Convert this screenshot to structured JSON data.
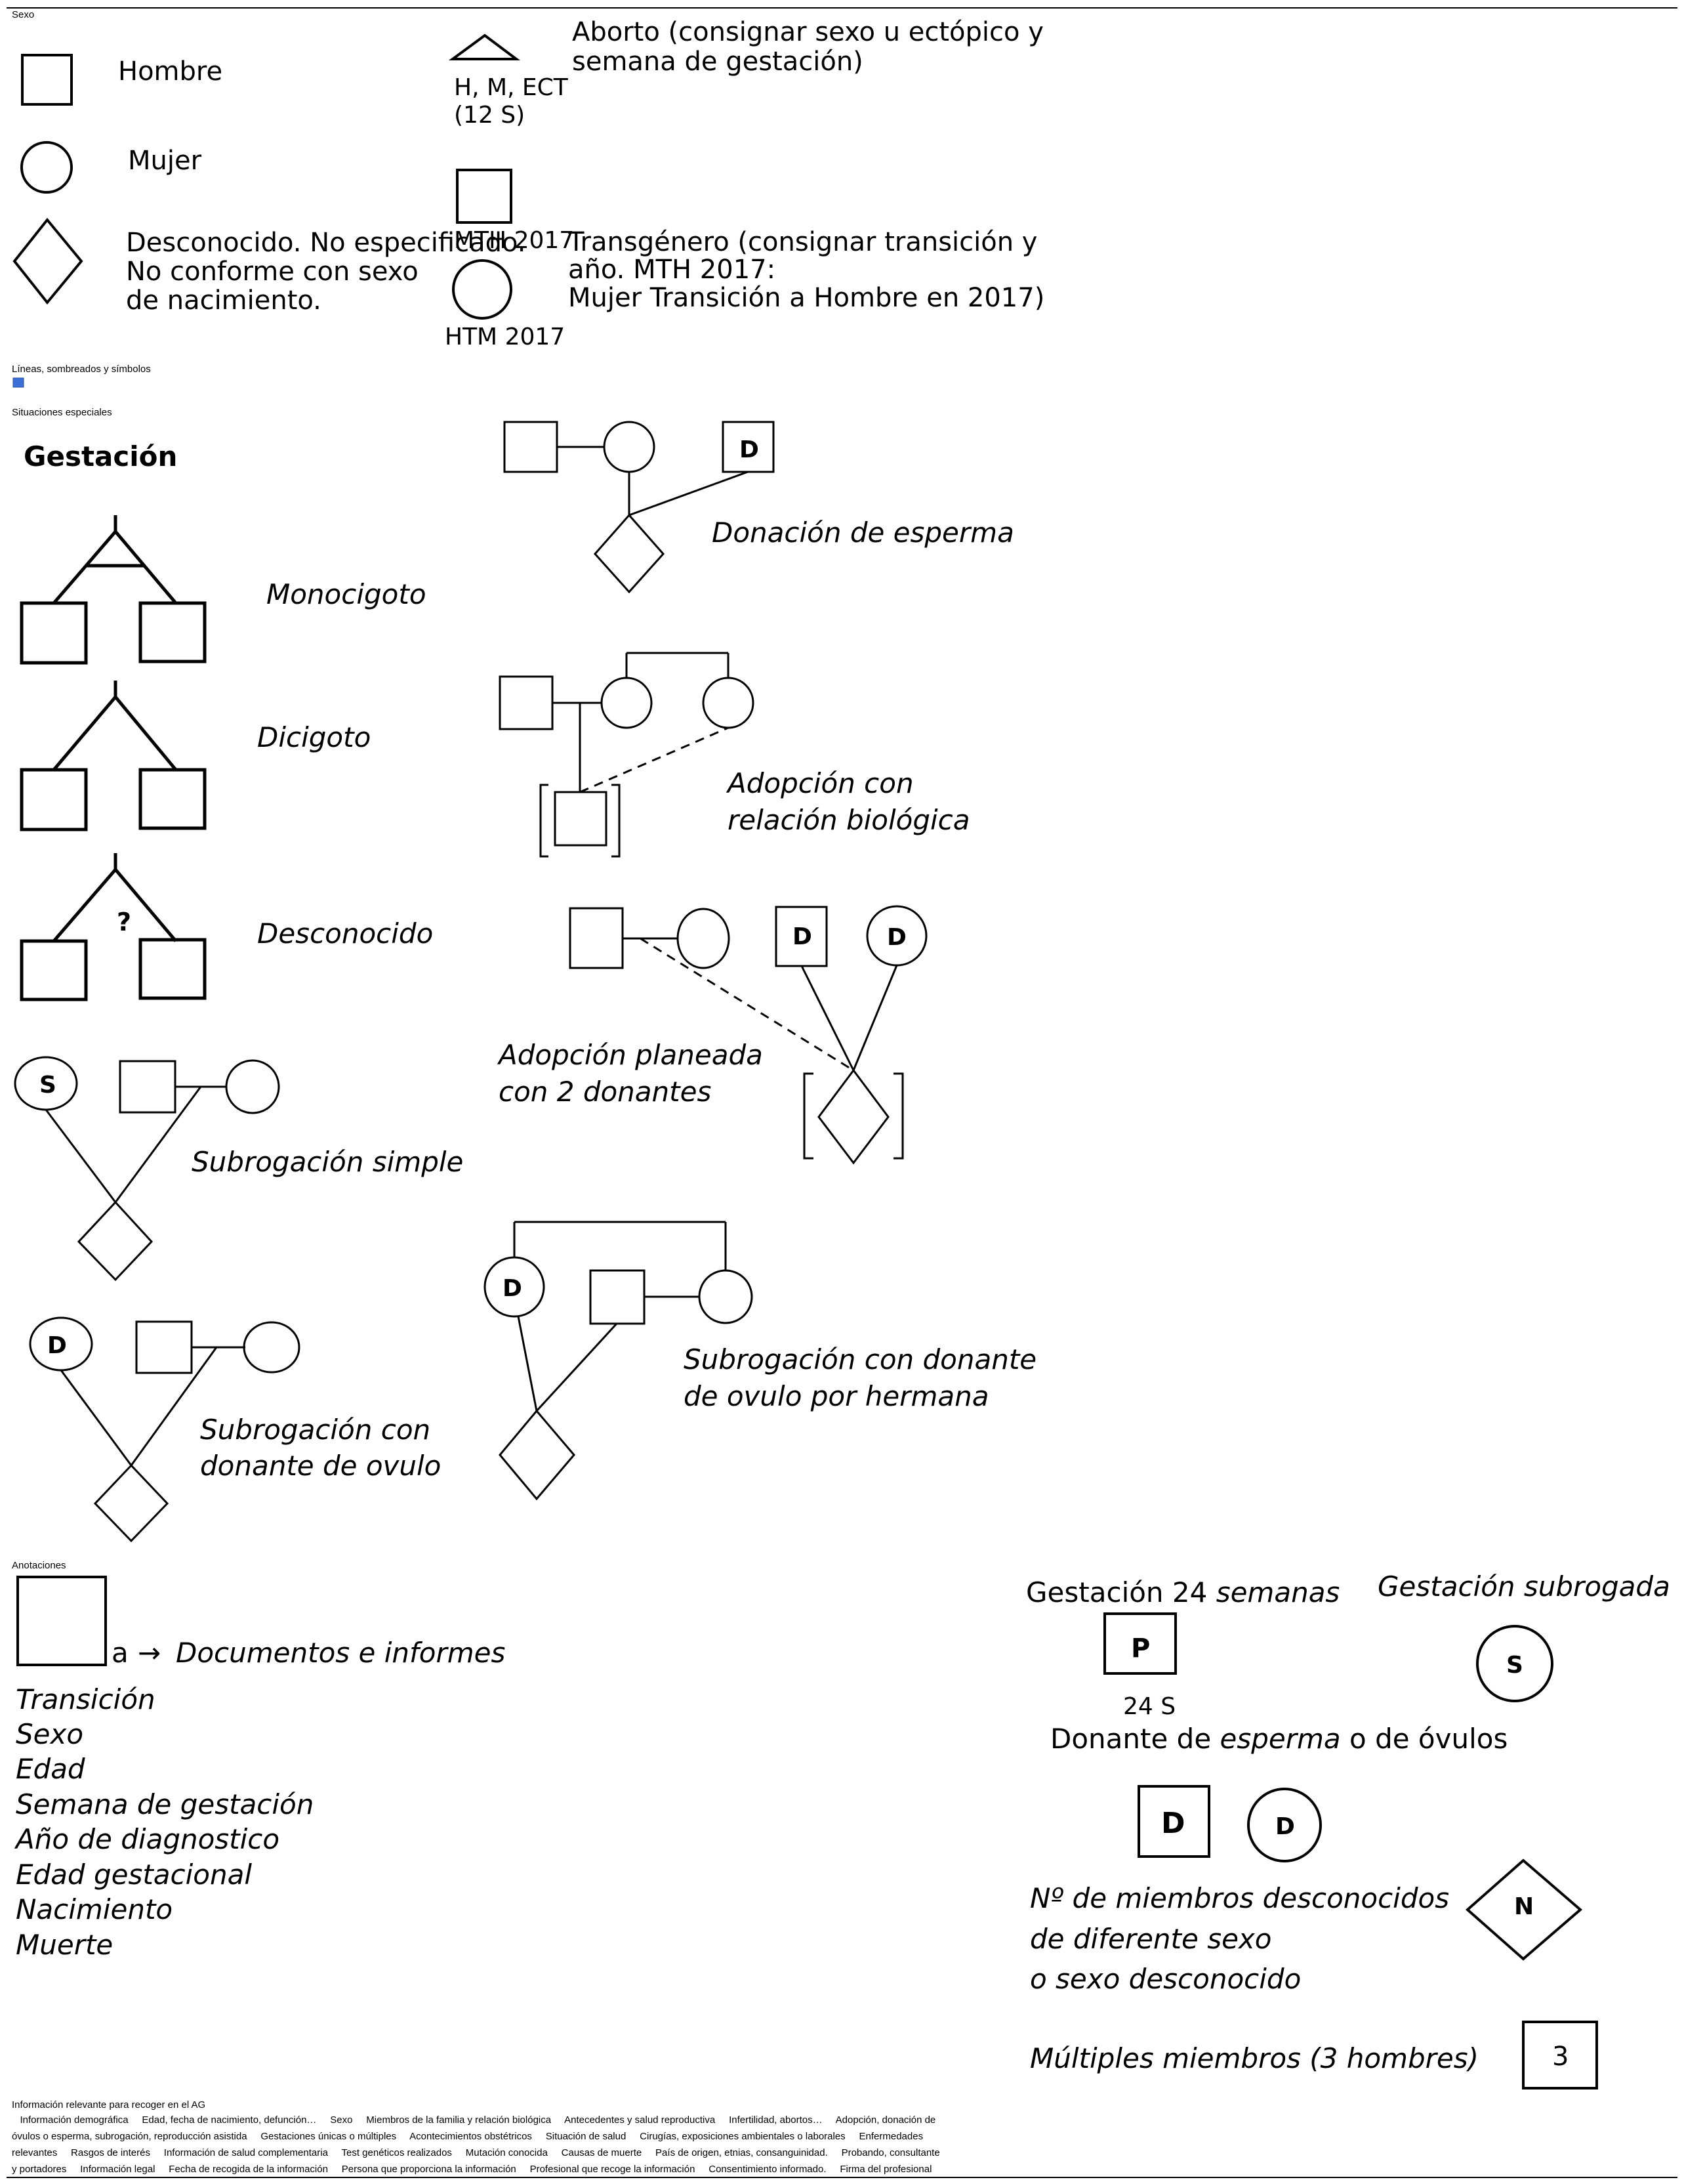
{
  "sections": {
    "sexo": "Sexo",
    "lineas": "Líneas, sombreados y símbolos",
    "situaciones": "Situaciones especiales",
    "anotaciones": "Anotaciones",
    "info": "Información relevante para recoger en el AG"
  },
  "sexo": {
    "hombre": "Hombre",
    "mujer": "Mujer",
    "desconocido": [
      "Desconocido. No especificado.",
      "No conforme con sexo",
      " de nacimiento."
    ],
    "aborto_code": [
      "H, M, ECT",
      "(12 S)"
    ],
    "aborto_desc": [
      "Aborto (consignar sexo u ectópico y",
      "semana de gestación)"
    ],
    "mth": "MTH 2017",
    "htm": "HTM 2017",
    "transgenero_desc": [
      "Transgénero (consignar transición y",
      "año. MTH 2017:",
      "Mujer Transición a Hombre en 2017)"
    ]
  },
  "gestacion": {
    "title": "Gestación",
    "monocigoto": "Monocigoto",
    "dicigoto": "Dicigoto",
    "desconocido": "Desconocido",
    "question_mark": "?",
    "subrogacion_simple": "Subrogación simple",
    "subrogacion_ovulo": [
      "Subrogación con",
      "donante de ovulo"
    ],
    "s_letter": "S",
    "d_letter": "D"
  },
  "especiales": {
    "donacion_esperma": "Donación de esperma",
    "adopcion_biologica": [
      "Adopción con",
      "relación biológica"
    ],
    "adopcion_planeada": [
      "Adopción planeada",
      "con 2 donantes"
    ],
    "subrogacion_hermana": [
      "Subrogación con donante",
      "de ovulo por hermana"
    ]
  },
  "anotaciones": {
    "suffix": "a",
    "arrow": "→",
    "documentos": "Documentos e informes",
    "items": [
      "Transición",
      "Sexo",
      "Edad",
      "Semana de gestación",
      "Año de diagnostico",
      "Edad gestacional",
      "Nacimiento",
      "Muerte"
    ],
    "gestacion_24_prefix": "Gestación 24 ",
    "gestacion_24_italic": "semanas",
    "p_letter": "P",
    "s_24": "24 S",
    "gestacion_subrogada": "Gestación subrogada",
    "donante_prefix": "Donante de ",
    "donante_italic": "esperma",
    "donante_suffix": " o de óvulos",
    "n_letter": "N",
    "desconocidos": [
      "Nº de miembros desconocidos",
      "de diferente sexo",
      "o sexo desconocido"
    ],
    "multiples": "Múltiples miembros (3 hombres)",
    "multiples_count": "3"
  },
  "info_lines": [
    "   Información demográfica     Edad, fecha de nacimiento, defunción…     Sexo     Miembros de la familia y relación biológica     Antecedentes y salud reproductiva     Infertilidad, abortos…     Adopción, donación de",
    "óvulos o esperma, subrogación, reproducción asistida     Gestaciones únicas o múltiples     Acontecimientos obstétricos     Situación de salud     Cirugías, exposiciones ambientales o laborales     Enfermedades",
    "relevantes     Rasgos de interés     Información de salud complementaria     Test genéticos realizados     Mutación conocida     Causas de muerte     País de origen, etnias, consanguinidad.     Probando, consultante",
    "y portadores     Información legal     Fecha de recogida de la información     Persona que proporciona la información     Profesional que recoge la información     Consentimiento informado.     Firma del profesional"
  ],
  "colors": {
    "line": "#000000",
    "accent": "#3a6fd6"
  }
}
